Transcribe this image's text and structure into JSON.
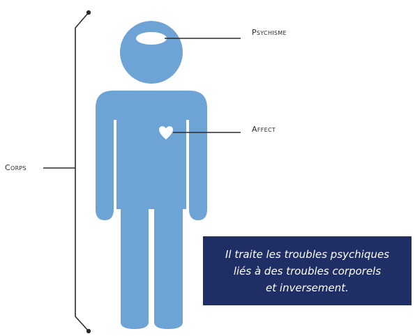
{
  "labels": {
    "psychisme": "Psychisme",
    "affect": "Affect",
    "corps": "Corps"
  },
  "callout": {
    "text": "Il traite les troubles psychiques\nliés à des troubles corporels\net inversement."
  },
  "colors": {
    "figure": "#6ea3d6",
    "callout_bg": "#1f2f66",
    "line": "#2a2a2a",
    "highlight": "#ffffff"
  },
  "icons": {
    "heart": "heart-icon",
    "head_oval": "mind-oval-icon"
  }
}
